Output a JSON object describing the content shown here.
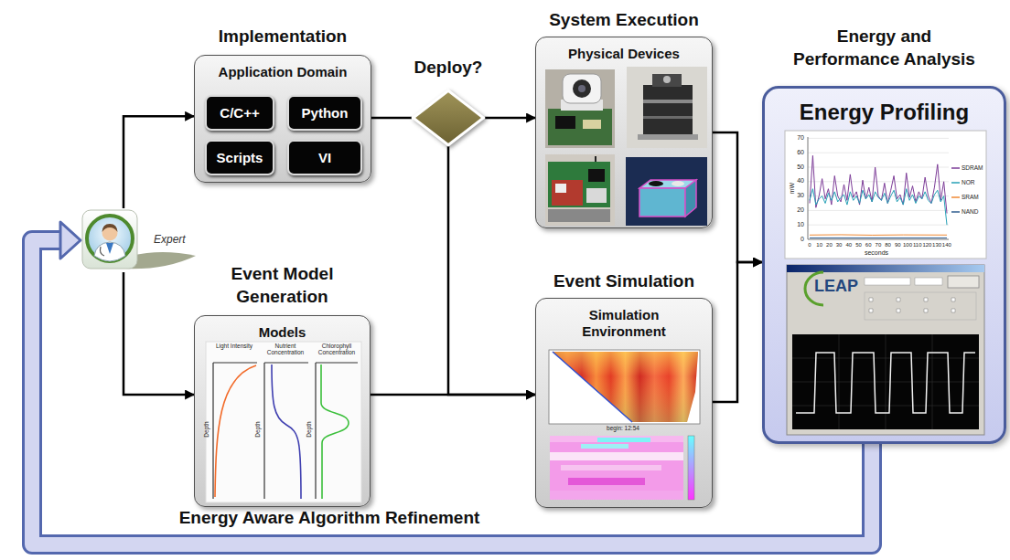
{
  "diagram": {
    "nodes": [
      {
        "text": [
          "Expert"
        ]
      },
      {
        "text": [
          "Implementation",
          "Application Domain"
        ]
      },
      {
        "text": [
          "C/C++"
        ],
        "in": 1
      },
      {
        "text": [
          "Python"
        ],
        "in": 1
      },
      {
        "text": [
          "Scripts"
        ],
        "in": 1
      },
      {
        "text": [
          "VI"
        ],
        "in": 1
      },
      {
        "text": [
          "Deploy?"
        ]
      },
      {
        "text": [
          "System Execution",
          "Physical Devices"
        ]
      },
      {
        "text": [
          "Event Model Generation",
          "Models"
        ]
      },
      {
        "text": [
          "Event Simulation",
          "Simulation Environment"
        ]
      },
      {
        "text": [
          "Energy and Performance Analysis",
          "Energy Profiling"
        ]
      }
    ],
    "edges": [
      {
        "from": 0,
        "to": 1,
        "arrow": "to"
      },
      {
        "from": 0,
        "to": 8,
        "arrow": "to"
      },
      {
        "from": 1,
        "to": 6,
        "arrow": "none"
      },
      {
        "from": 6,
        "to": 7,
        "arrow": "to"
      },
      {
        "from": 6,
        "to": 9,
        "arrow": "to"
      },
      {
        "from": 8,
        "to": 9,
        "arrow": "to"
      },
      {
        "from": 7,
        "to": 10,
        "arrow": "to"
      },
      {
        "from": 9,
        "to": 10,
        "arrow": "to"
      },
      {
        "from": 10,
        "to": 0,
        "label": "Energy Aware Algorithm Refinement",
        "arrow": "to"
      }
    ],
    "labels": [
      "Light Intensity",
      "Depth",
      "Nutrient Concentration",
      "Depth",
      "Chlorophyll Concentration",
      "Depth",
      "begin: 12:54",
      "mW",
      "0",
      "10",
      "20",
      "30",
      "40",
      "50",
      "60",
      "70",
      "0",
      "10",
      "20",
      "30",
      "40",
      "50",
      "60",
      "70",
      "80",
      "90",
      "100",
      "110",
      "120",
      "130",
      "140",
      "seconds",
      "LEAP"
    ],
    "legend": [
      {
        "text": "SDRAM"
      },
      {
        "text": "NOR"
      },
      {
        "text": "SRAM"
      },
      {
        "text": "NAND"
      }
    ]
  }
}
